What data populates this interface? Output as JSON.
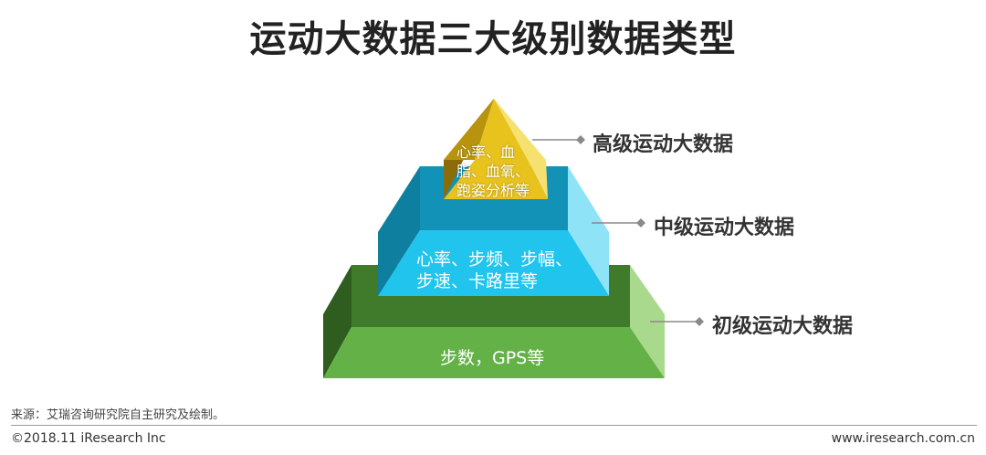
{
  "title": "运动大数据三大级别数据类型",
  "tiers": [
    {
      "label": "高级运动大数据",
      "content_lines": [
        "心率、血",
        "脂、血氧、",
        "跑姿分析等"
      ],
      "colors": {
        "front": "#e8c21d",
        "left": "#8c6c09",
        "right": "#f5e070",
        "top": "#b8940e"
      }
    },
    {
      "label": "中级运动大数据",
      "content_lines": [
        "心率、步频、步幅、",
        "步速、卡路里等"
      ],
      "colors": {
        "front": "#20c4ec",
        "left": "#0e7f9e",
        "right": "#8ee3f6",
        "top": "#1292b6"
      }
    },
    {
      "label": "初级运动大数据",
      "content_lines": [
        "步数，GPS等"
      ],
      "colors": {
        "front": "#64b247",
        "left": "#2f5d20",
        "right": "#a8d98d",
        "top": "#3f7b2b"
      }
    }
  ],
  "footer": {
    "source": "来源：艾瑞咨询研究院自主研究及绘制。",
    "copyright": "©2018.11 iResearch Inc",
    "website": "www.iresearch.com.cn"
  }
}
